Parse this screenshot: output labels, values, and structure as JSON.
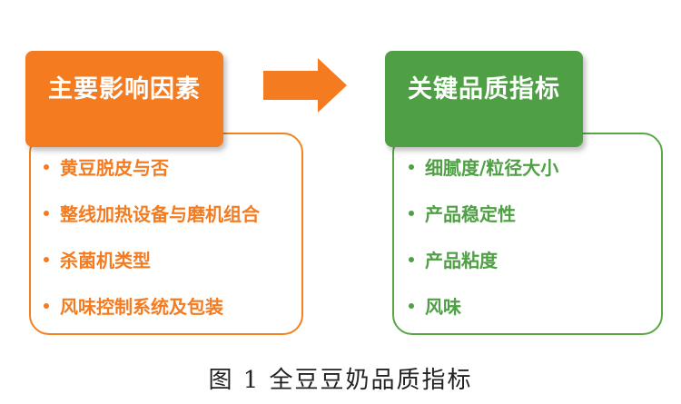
{
  "left_box": {
    "title": "主要影响因素",
    "color": "#f47b20",
    "items": [
      "黄豆脱皮与否",
      "整线加热设备与磨机组合",
      "杀菌机类型",
      "风味控制系统及包装"
    ]
  },
  "right_box": {
    "title": "关键品质指标",
    "color": "#4fa044",
    "items": [
      "细腻度/粒径大小",
      "产品稳定性",
      "产品粘度",
      "风味"
    ]
  },
  "arrow": {
    "icon": "right-arrow-icon",
    "color": "#f47b20"
  },
  "caption": "图 1  全豆豆奶品质指标"
}
